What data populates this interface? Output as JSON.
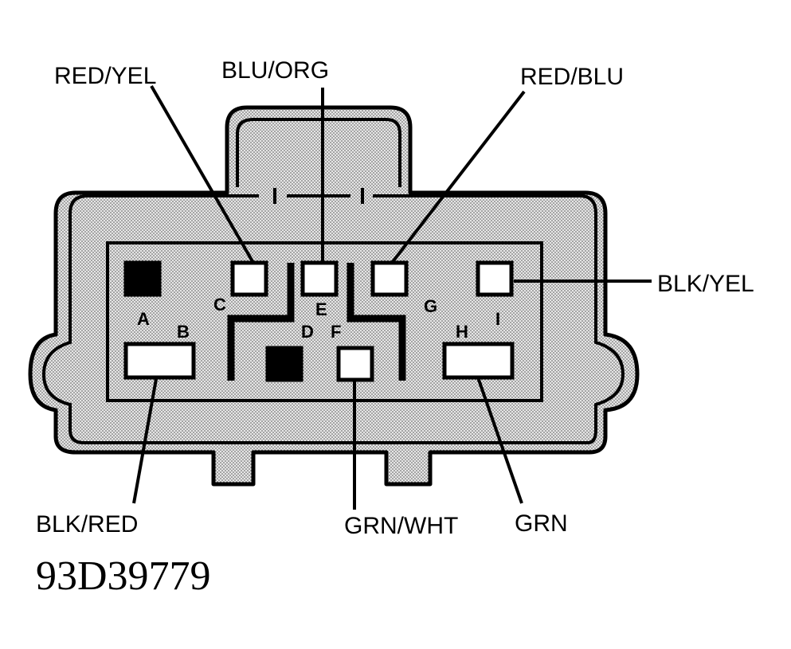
{
  "diagram": {
    "figure_id": "93D39779",
    "wires": {
      "red_yel": "RED/YEL",
      "blu_org": "BLU/ORG",
      "red_blu": "RED/BLU",
      "blk_yel": "BLK/YEL",
      "blk_red": "BLK/RED",
      "grn_wht": "GRN/WHT",
      "grn": "GRN"
    },
    "pins": {
      "a": "A",
      "b": "B",
      "c": "C",
      "d": "D",
      "e": "E",
      "f": "F",
      "g": "G",
      "h": "H",
      "i": "I"
    },
    "colors": {
      "ink": "#000000",
      "shade": "#d9d9d9",
      "paper": "#ffffff"
    }
  }
}
